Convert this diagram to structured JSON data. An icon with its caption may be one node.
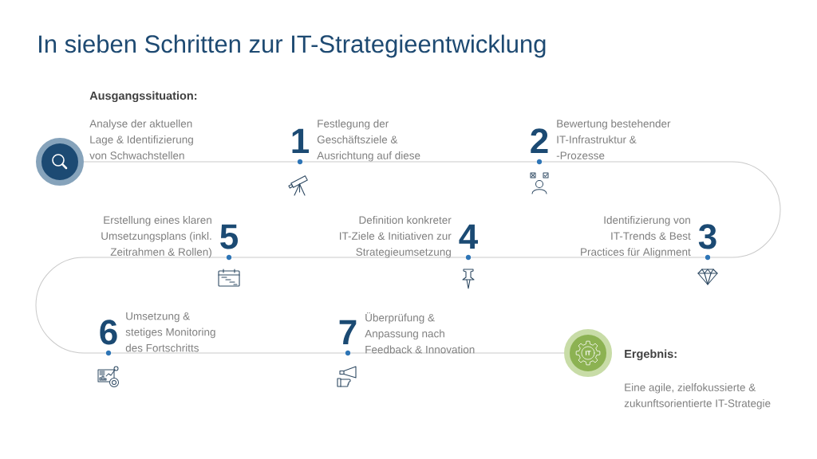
{
  "diagram": {
    "title": "In sieben Schritten zur IT-Strategieentwicklung",
    "nodes": [
      {
        "text": [],
        "shape": "circle",
        "beside": [
          "Ausgangssituation:",
          "Analyse der aktuellen Lage & Identifizierung von Schwachstellen"
        ]
      },
      {
        "text": [],
        "shape": "circle",
        "beside": [
          "1",
          "Festlegung der Geschäftsziele & Ausrichtung auf diese"
        ]
      },
      {
        "text": [],
        "shape": "circle",
        "beside": [
          "2",
          "Bewertung bestehender IT-Infrastruktur & -Prozesse"
        ]
      },
      {
        "text": [],
        "shape": "circle",
        "beside": [
          "3",
          "Identifizierung von IT-Trends & Best Practices für Alignment"
        ]
      },
      {
        "text": [],
        "shape": "circle",
        "beside": [
          "4",
          "Definition konkreter IT-Ziele & Initiativen zur Strategieumsetzung"
        ]
      },
      {
        "text": [],
        "shape": "circle",
        "beside": [
          "5",
          "Erstellung eines klaren Umsetzungsplans (inkl. Zeitrahmen & Rollen)"
        ]
      },
      {
        "text": [],
        "shape": "circle",
        "beside": [
          "6",
          "Umsetzung & stetiges Monitoring des Fortschritts"
        ]
      },
      {
        "text": [],
        "shape": "circle",
        "beside": [
          "7",
          "Überprüfung & Anpassung nach Feedback & Innovation"
        ]
      },
      {
        "text": [
          "IT"
        ],
        "beside": [
          "Ergebnis:",
          "Eine agile, zielfokussierte & zukunftsorientierte IT-Strategie"
        ]
      }
    ],
    "edges": [
      {
        "from": 0,
        "to": 1,
        "arrow": "none"
      },
      {
        "from": 1,
        "to": 2,
        "arrow": "none"
      },
      {
        "from": 2,
        "to": 3,
        "arrow": "none"
      },
      {
        "from": 3,
        "to": 4,
        "arrow": "none"
      },
      {
        "from": 4,
        "to": 5,
        "arrow": "none"
      },
      {
        "from": 5,
        "to": 6,
        "arrow": "none"
      },
      {
        "from": 6,
        "to": 7,
        "arrow": "none"
      },
      {
        "from": 7,
        "to": 8,
        "arrow": "none"
      }
    ]
  }
}
